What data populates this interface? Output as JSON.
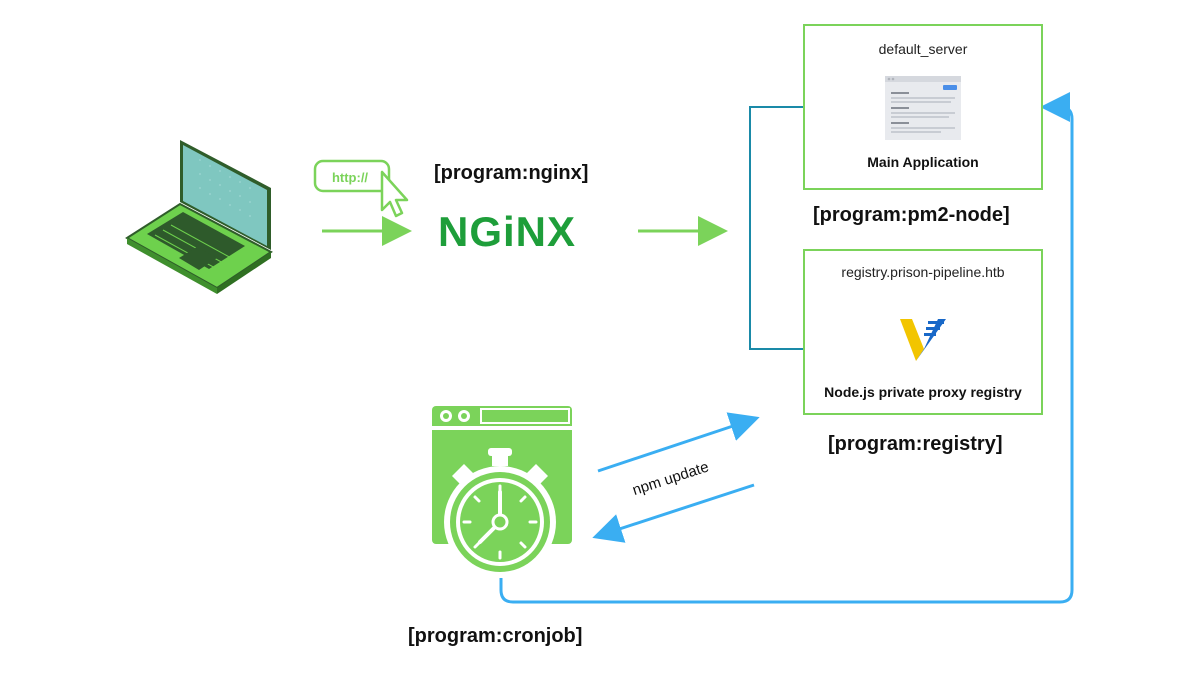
{
  "client": {
    "url_label": "http://"
  },
  "nginx": {
    "program_label": "[program:nginx]",
    "logo_text": "NGiNX"
  },
  "pm2_node": {
    "host": "default_server",
    "caption": "Main Application",
    "program_label": "[program:pm2-node]"
  },
  "registry": {
    "host": "registry.prison-pipeline.htb",
    "caption": "Node.js private proxy registry",
    "program_label": "[program:registry]"
  },
  "cronjob": {
    "arrow_label": "npm update",
    "program_label": "[program:cronjob]"
  },
  "colors": {
    "green": "#7bd35a",
    "nginx_green": "#1e9e3a",
    "blue": "#3aaef2",
    "teal": "#1a8aa8"
  }
}
